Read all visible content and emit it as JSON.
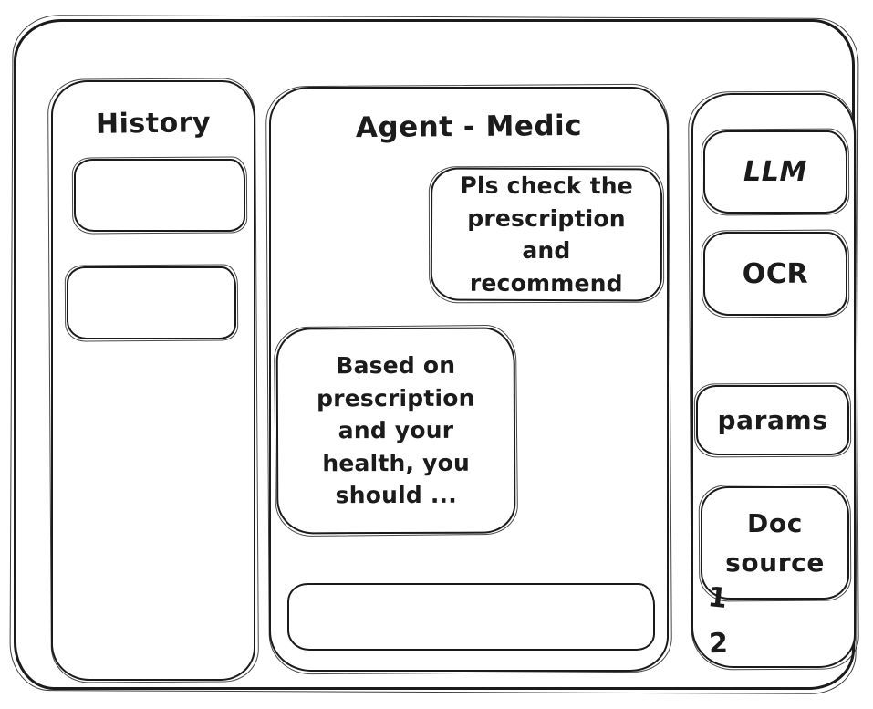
{
  "history": {
    "title": "History",
    "items": [
      {
        "label": ""
      },
      {
        "label": ""
      }
    ]
  },
  "chat": {
    "title": "Agent - Medic",
    "messages": [
      {
        "align": "right",
        "text": "Pls check the prescription and recommend"
      },
      {
        "align": "left",
        "text": "Based on prescription and your health, you should ..."
      }
    ],
    "input": {
      "value": "",
      "placeholder": ""
    }
  },
  "tools": {
    "buttons": [
      {
        "label": "LLM"
      },
      {
        "label": "OCR"
      },
      {
        "label": "params"
      },
      {
        "label": "Doc source"
      }
    ],
    "doc_source_items": [
      "1",
      "2"
    ]
  },
  "style": {
    "ink_color": "#1b1b1b",
    "background_color": "#ffffff"
  }
}
